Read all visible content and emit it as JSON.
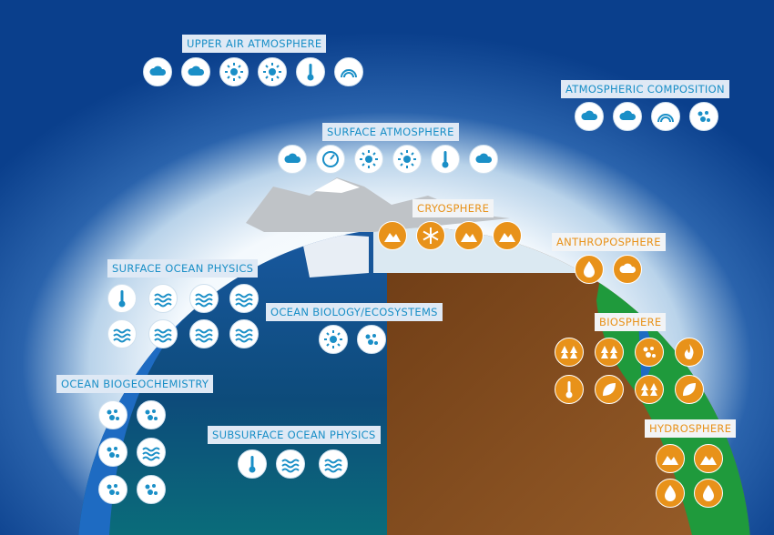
{
  "colors": {
    "space": "#0a3f8c",
    "ocean": "#1b58a8",
    "land": "#6b3a14",
    "vegetation": "#1f9a3c",
    "ice": "#dbe9f2",
    "accent_blue": "#1a8fc7",
    "accent_orange": "#e8921a"
  },
  "groups": [
    {
      "key": "upper_air",
      "label": "UPPER AIR ATMOSPHERE",
      "style": "blue",
      "icons": [
        "cloud-lightning-icon",
        "cloud-icon",
        "balloon-icon",
        "wind-turbine-icon",
        "thermometer-dome-icon",
        "wind-arcs-icon"
      ]
    },
    {
      "key": "atm_comp",
      "label": "ATMOSPHERIC COMPOSITION",
      "style": "blue",
      "icons": [
        "aerosol-cloud-icon",
        "gas-cloud-icon",
        "ozone-layer-icon",
        "molecule-icon"
      ]
    },
    {
      "key": "surface_atm",
      "label": "SURFACE ATMOSPHERE",
      "style": "blue",
      "icons": [
        "rain-cloud-icon",
        "pressure-gauge-icon",
        "anemometer-icon",
        "wind-vane-icon",
        "thermometer-icon",
        "radiation-cloud-icon"
      ]
    },
    {
      "key": "cryo",
      "label": "CRYOSPHERE",
      "style": "orange",
      "icons": [
        "glacier-icon",
        "snowflake-icon",
        "ice-sheet-icon",
        "sea-ice-icon"
      ]
    },
    {
      "key": "anthro",
      "label": "ANTHROPOSPHERE",
      "style": "orange",
      "icons": [
        "water-use-icon",
        "emissions-cloud-icon"
      ]
    },
    {
      "key": "surf_ocean",
      "label": "SURFACE OCEAN PHYSICS",
      "style": "blue",
      "icons": [
        "sea-temperature-icon",
        "wave-icon",
        "sea-level-icon",
        "sea-surface-current-icon",
        "salinity-icon",
        "sea-state-icon",
        "ocean-stress-icon",
        "heat-flux-icon"
      ]
    },
    {
      "key": "ocean_bio",
      "label": "OCEAN BIOLOGY/ECOSYSTEMS",
      "style": "blue",
      "icons": [
        "marine-habitat-icon",
        "plankton-icon"
      ]
    },
    {
      "key": "biosphere",
      "label": "BIOSPHERE",
      "style": "orange",
      "icons": [
        "forest-icon",
        "land-cover-icon",
        "soil-carbon-icon",
        "fire-icon",
        "land-temperature-icon",
        "leaf-icon",
        "above-ground-biomass-icon",
        "soil-moisture-sprout-icon"
      ]
    },
    {
      "key": "ocean_bgc",
      "label": "OCEAN BIOGEOCHEMISTRY",
      "style": "blue",
      "icons": [
        "inorganic-carbon-icon",
        "nutrients-icon",
        "oxygen-icon",
        "transient-tracers-icon",
        "ocean-colour-icon",
        "nitrous-oxide-icon"
      ]
    },
    {
      "key": "subsurf",
      "label": "SUBSURFACE OCEAN PHYSICS",
      "style": "blue",
      "icons": [
        "subsurface-temperature-icon",
        "subsurface-current-icon",
        "subsurface-salinity-icon"
      ]
    },
    {
      "key": "hydro",
      "label": "HYDROSPHERE",
      "style": "orange",
      "icons": [
        "river-discharge-icon",
        "lakes-icon",
        "groundwater-icon",
        "soil-water-icon"
      ]
    }
  ]
}
